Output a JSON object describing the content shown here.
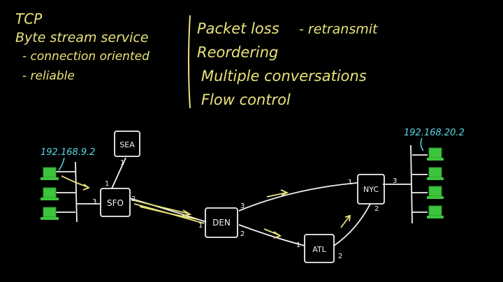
{
  "notes_left": {
    "heading": "TCP",
    "line1": "Byte stream service",
    "line2": "- connection oriented",
    "line3": "- reliable"
  },
  "notes_right": {
    "line1": "Packet loss",
    "line1_aside": "- retransmit",
    "line2": "Reordering",
    "line3": "Multiple conversations",
    "line4": "Flow control"
  },
  "network": {
    "left_ip": "192.168.9.2",
    "right_ip": "192.168.20.2",
    "routers": {
      "sea": "SEA",
      "sfo": "SFO",
      "den": "DEN",
      "atl": "ATL",
      "nyc": "NYC"
    },
    "ports": {
      "sea_1": "1",
      "sfo_1": "1",
      "sfo_2": "2",
      "sfo_3": "3",
      "den_1": "1",
      "den_2": "2",
      "den_3": "3",
      "atl_1": "1",
      "atl_2": "2",
      "nyc_1": "1",
      "nyc_2": "2",
      "nyc_3": "3"
    }
  },
  "colors": {
    "background": "#000000",
    "chalk": "#f2f2f2",
    "highlight": "#e9e37a",
    "label": "#5ad7e6",
    "computer": "#3cc43c"
  }
}
